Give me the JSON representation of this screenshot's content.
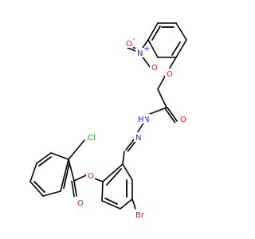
{
  "molecule": {
    "atoms": [
      {
        "id": "n_plus",
        "label": "N",
        "charge": "+",
        "color": "#2020ff"
      },
      {
        "id": "o_minus",
        "label": "O",
        "charge": "-",
        "color": "#ff0d0d"
      },
      {
        "id": "o_nitro",
        "label": "O",
        "color": "#ff0d0d"
      },
      {
        "id": "o_ether",
        "label": "O",
        "color": "#ff0d0d"
      },
      {
        "id": "nh",
        "label": "N",
        "color": "#2020ff"
      },
      {
        "id": "h_nh",
        "label": "H",
        "color": "#2020ff"
      },
      {
        "id": "o_amide",
        "label": "O",
        "color": "#ff0d0d"
      },
      {
        "id": "n_imine",
        "label": "N",
        "color": "#2020ff"
      },
      {
        "id": "cl",
        "label": "Cl",
        "color": "#1fa01f"
      },
      {
        "id": "o_ester",
        "label": "O",
        "color": "#ff0d0d"
      },
      {
        "id": "o_carbonyl",
        "label": "O",
        "color": "#ff0d0d"
      },
      {
        "id": "br",
        "label": "Br",
        "color": "#a62929"
      }
    ],
    "bond_color": "#000000"
  }
}
